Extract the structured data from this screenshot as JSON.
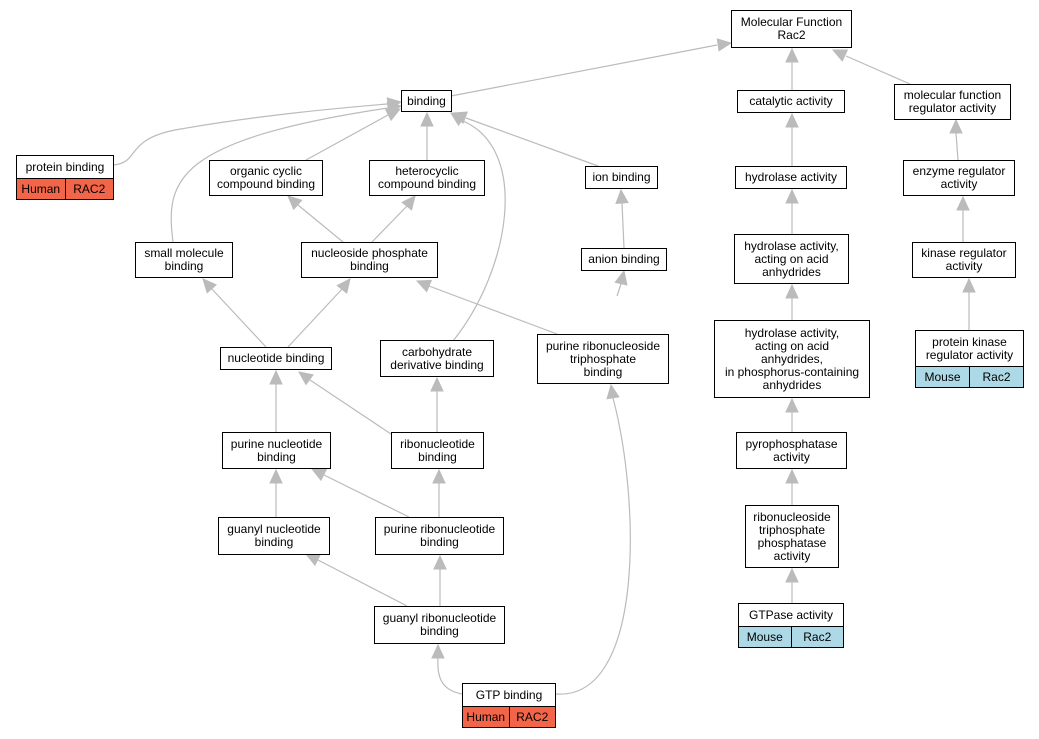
{
  "colors": {
    "human": "#f26549",
    "mouse": "#add8e6",
    "edge": "#bbbbbb",
    "border": "#000000"
  },
  "nodes": {
    "mf_root": {
      "label": "Molecular Function\nRac2"
    },
    "binding": {
      "label": "binding"
    },
    "protein_binding": {
      "label": "protein binding",
      "species": "Human",
      "gene": "RAC2"
    },
    "organic_cyclic": {
      "label": "organic cyclic\ncompound binding"
    },
    "heterocyclic": {
      "label": "heterocyclic\ncompound binding"
    },
    "ion_binding": {
      "label": "ion binding"
    },
    "catalytic": {
      "label": "catalytic activity"
    },
    "mf_regulator": {
      "label": "molecular function\nregulator activity"
    },
    "hydrolase": {
      "label": "hydrolase activity"
    },
    "enzyme_regulator": {
      "label": "enzyme regulator\nactivity"
    },
    "small_molecule": {
      "label": "small molecule\nbinding"
    },
    "nucleoside_phosphate": {
      "label": "nucleoside phosphate\nbinding"
    },
    "anion_binding": {
      "label": "anion binding"
    },
    "hydrolase_acid": {
      "label": "hydrolase activity,\nacting on acid\nanhydrides"
    },
    "kinase_regulator": {
      "label": "kinase regulator\nactivity"
    },
    "protein_kinase_regulator": {
      "label": "protein kinase\nregulator activity",
      "species": "Mouse",
      "gene": "Rac2"
    },
    "nucleotide_binding": {
      "label": "nucleotide binding"
    },
    "carbohydrate_derivative": {
      "label": "carbohydrate\nderivative binding"
    },
    "purine_ribonucleoside_tp": {
      "label": "purine ribonucleoside\ntriphosphate\nbinding"
    },
    "hydrolase_phosphorus": {
      "label": "hydrolase activity,\nacting on acid\nanhydrides,\nin phosphorus-containing\nanhydrides"
    },
    "purine_nucleotide": {
      "label": "purine nucleotide\nbinding"
    },
    "ribonucleotide": {
      "label": "ribonucleotide\nbinding"
    },
    "pyrophosphatase": {
      "label": "pyrophosphatase\nactivity"
    },
    "guanyl_nucleotide": {
      "label": "guanyl nucleotide\nbinding"
    },
    "purine_ribonucleotide": {
      "label": "purine ribonucleotide\nbinding"
    },
    "ribonucleoside_tpp": {
      "label": "ribonucleoside\ntriphosphate\nphosphatase\nactivity"
    },
    "guanyl_ribonucleotide": {
      "label": "guanyl ribonucleotide\nbinding"
    },
    "gtpase": {
      "label": "GTPase activity",
      "species": "Mouse",
      "gene": "Rac2"
    },
    "gtp_binding": {
      "label": "GTP binding",
      "species": "Human",
      "gene": "RAC2"
    }
  }
}
